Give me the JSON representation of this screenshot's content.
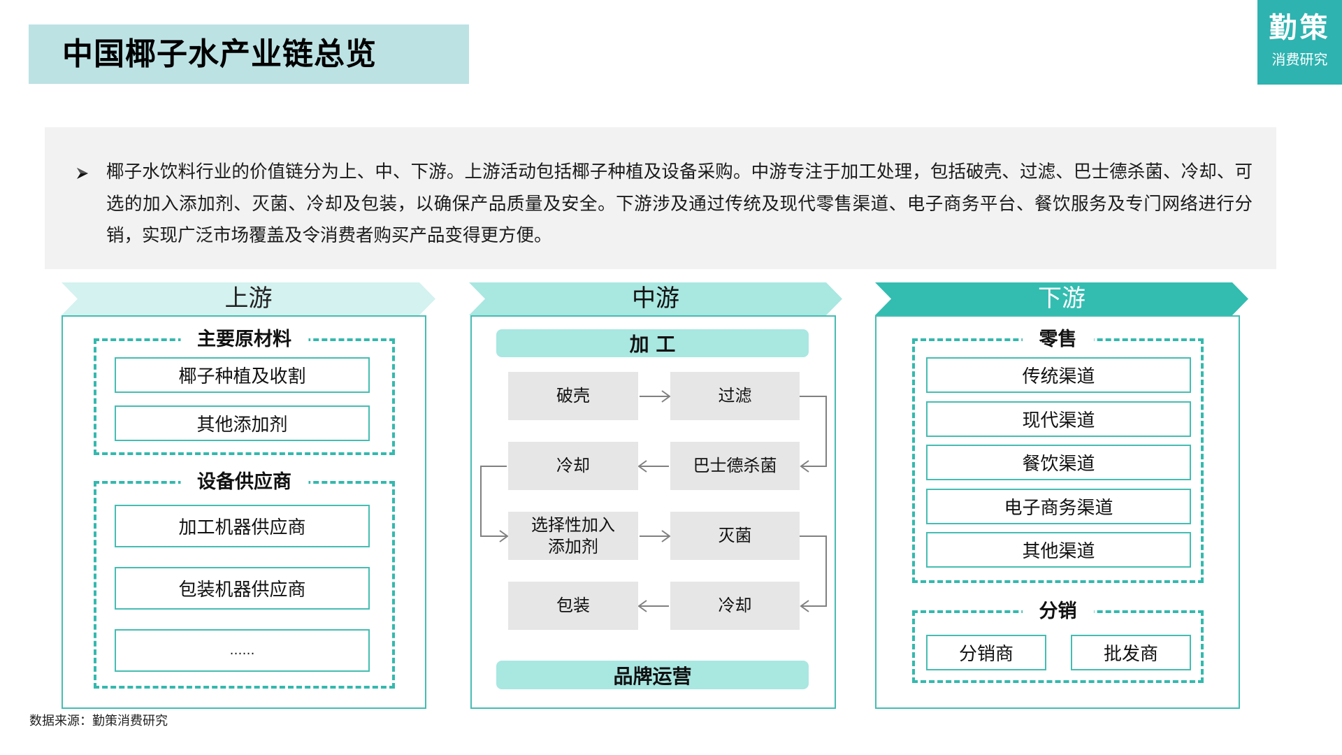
{
  "header": {
    "title": "中国椰子水产业链总览",
    "logo": {
      "main": "勤策",
      "sub": "消费研究"
    }
  },
  "description": {
    "bullet_icon": "arrow-bullet-icon",
    "text": "椰子水饮料行业的价值链分为上、中、下游。上游活动包括椰子种植及设备采购。中游专注于加工处理，包括破壳、过滤、巴士德杀菌、冷却、可选的加入添加剂、灭菌、冷却及包装，以确保产品质量及安全。下游涉及通过传统及现代零售渠道、电子商务平台、餐饮服务及专门网络进行分销，实现广泛市场覆盖及令消费者购买产品变得更方便。"
  },
  "colors": {
    "title_bg": "#BCE2E4",
    "logo_bg": "#2EB3B0",
    "upstream_header": "#D4F2EF",
    "midstream_header": "#A9E7E1",
    "downstream_header": "#33BDB1",
    "border": "#45BDB3",
    "process_box": "#E6E6E6",
    "arrow": "#808080"
  },
  "upstream": {
    "header": "上游",
    "groups": [
      {
        "title": "主要原材料",
        "items": [
          "椰子种植及收割",
          "其他添加剂"
        ]
      },
      {
        "title": "设备供应商",
        "items": [
          "加工机器供应商",
          "包装机器供应商",
          "……"
        ]
      }
    ]
  },
  "midstream": {
    "header": "中游",
    "processing_label": "加 工",
    "steps": [
      {
        "label": "破壳"
      },
      {
        "label": "过滤"
      },
      {
        "label": "巴士德杀菌"
      },
      {
        "label": "冷却"
      },
      {
        "label": "选择性加入\n添加剂",
        "line1": "选择性加入",
        "line2": "添加剂"
      },
      {
        "label": "灭菌"
      },
      {
        "label": "冷却"
      },
      {
        "label": "包装"
      }
    ],
    "brand_label": "品牌运营"
  },
  "downstream": {
    "header": "下游",
    "retail": {
      "title": "零售",
      "items": [
        "传统渠道",
        "现代渠道",
        "餐饮渠道",
        "电子商务渠道",
        "其他渠道"
      ]
    },
    "distribution": {
      "title": "分销",
      "items": [
        "分销商",
        "批发商"
      ]
    }
  },
  "footer": {
    "source": "数据来源：勤策消费研究"
  }
}
